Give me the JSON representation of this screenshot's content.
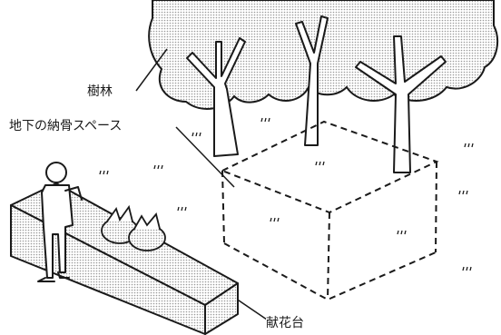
{
  "labels": {
    "trees": "樹林",
    "underground_space": "地下の納骨スペース",
    "offering_altar": "献花台"
  },
  "colors": {
    "stroke": "#1a1a1a",
    "dot_fill": "#bdbdbd",
    "background": "#ffffff"
  },
  "icons": [
    "tree-canopy",
    "tree-trunk",
    "person-praying",
    "flower-bouquet",
    "grass-tuft"
  ]
}
